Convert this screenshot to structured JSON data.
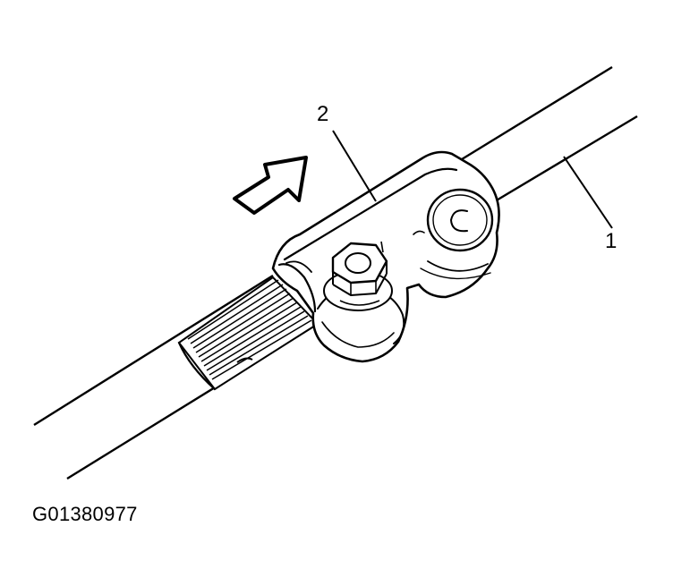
{
  "callouts": {
    "clamp": "2",
    "shaft": "1"
  },
  "figure_id": "G01380977",
  "colors": {
    "line": "#000000",
    "background": "#ffffff"
  }
}
